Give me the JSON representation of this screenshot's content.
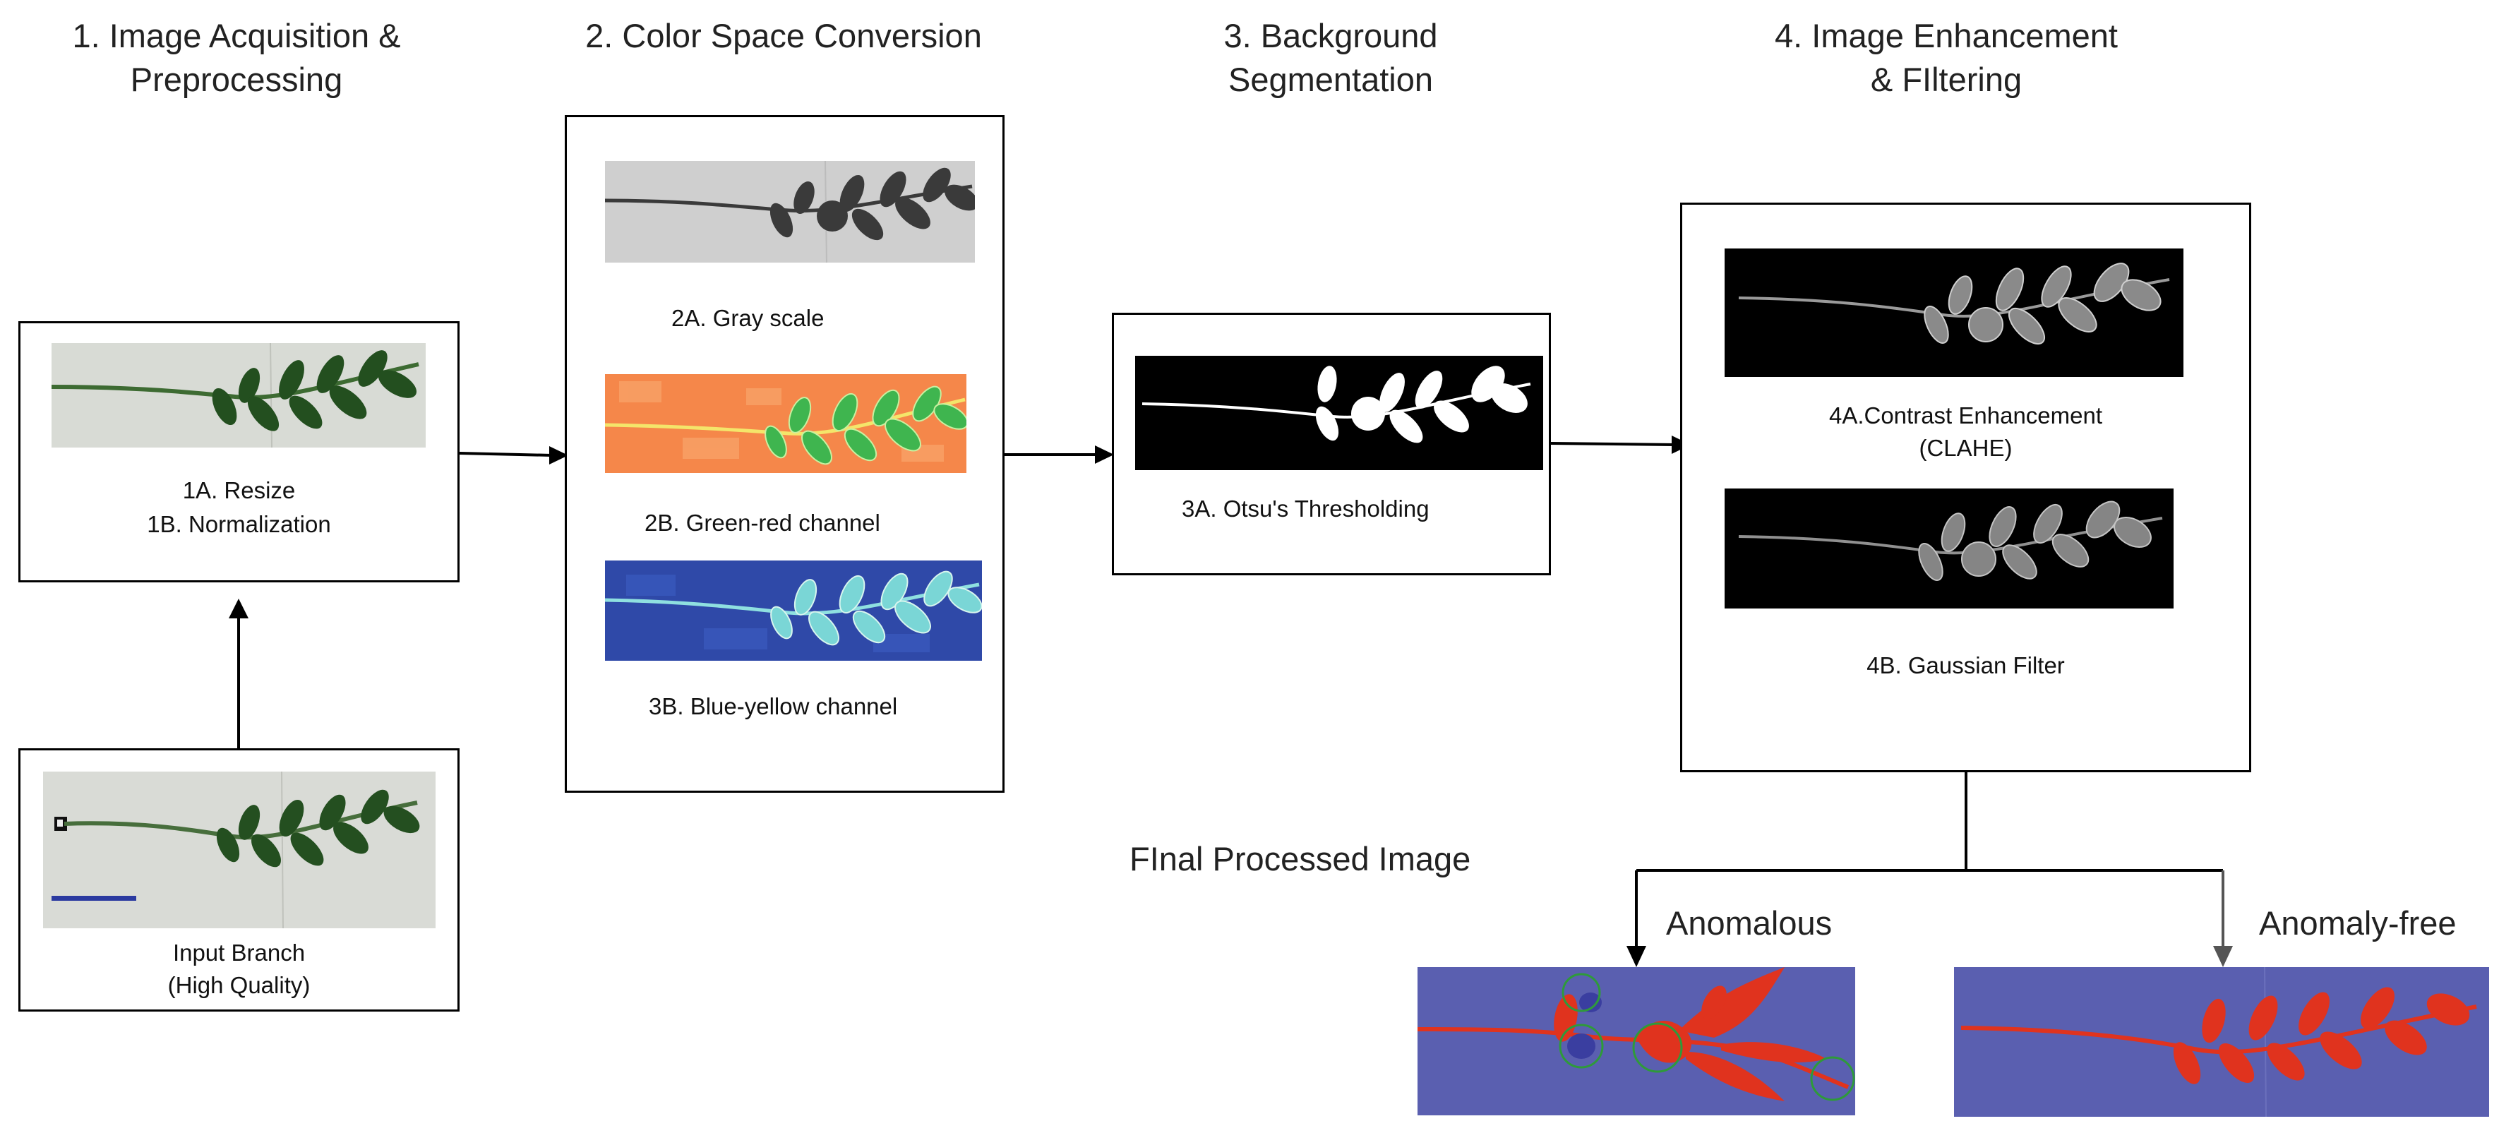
{
  "stages": {
    "s1": {
      "line1": "1. Image Acquisition &",
      "line2": "Preprocessing"
    },
    "s2": {
      "line1": "2. Color Space Conversion"
    },
    "s3": {
      "line1": "3. Background",
      "line2": "Segmentation"
    },
    "s4": {
      "line1": "4. Image Enhancement",
      "line2": "& FIltering"
    }
  },
  "box1": {
    "cap1": "1A. Resize",
    "cap2": "1B. Normalization"
  },
  "input": {
    "cap1": "Input Branch",
    "cap2": "(High Quality)"
  },
  "box2": {
    "gray": "2A. Gray scale",
    "green_red": "2B. Green-red channel",
    "blue_yellow": "3B. Blue-yellow channel"
  },
  "box3": {
    "otsu": "3A. Otsu's Thresholding"
  },
  "box4": {
    "clahe1": "4A.Contrast Enhancement",
    "clahe2": "(CLAHE)",
    "gauss": "4B. Gaussian Filter"
  },
  "final": {
    "title": "FInal  Processed Image",
    "anomalous": "Anomalous",
    "anomaly_free": "Anomaly-free"
  },
  "colors": {
    "stroke": "#000000",
    "photo_bg": "#d9dbd6",
    "leaf_green": "#1f4d1e",
    "gray_bg": "#cfcfcf",
    "gray_leaf": "#3a3a3a",
    "orange_bg": "#f5874a",
    "green_leaf": "#3fb54f",
    "blue_bg": "#2f49a8",
    "cyan_leaf": "#7ad6d6",
    "final_bg": "#5a5fb0",
    "final_leaf": "#e0331e",
    "marker_circle": "#2e9a3a"
  }
}
